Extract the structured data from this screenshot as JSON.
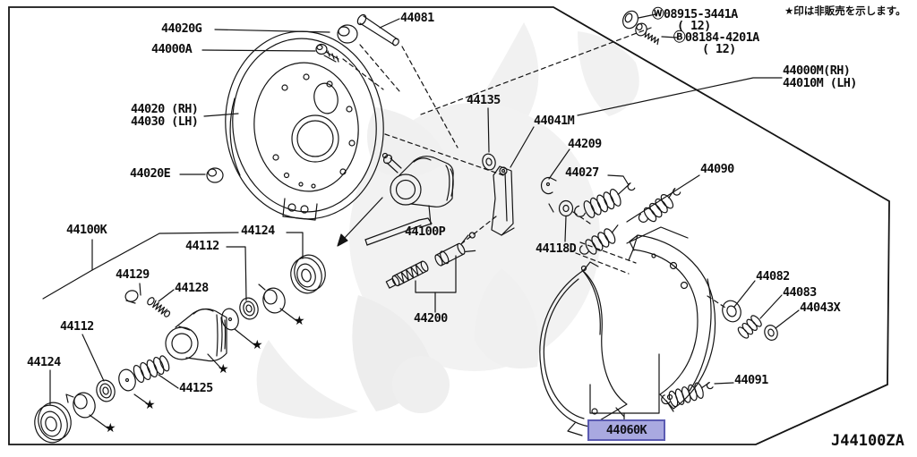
{
  "diagram": {
    "code": "J44100ZA",
    "note": "★印は非販売を示します。",
    "highlighted_part": "44060K",
    "colors": {
      "line": "#141414",
      "background": "#ffffff",
      "highlight_fill": "#a9a9e0",
      "highlight_border": "#5b5bb2"
    }
  },
  "star": "★",
  "labels": [
    {
      "text": "44081"
    },
    {
      "text": "44020G"
    },
    {
      "text": "44000A"
    },
    {
      "text": "44020 (RH)"
    },
    {
      "text": "44030 (LH)"
    },
    {
      "text": "44020E"
    },
    {
      "text": "Ⓦ08915-3441A"
    },
    {
      "text": "( 12)"
    },
    {
      "text": "Ⓑ08184-4201A"
    },
    {
      "text": "( 12)"
    },
    {
      "text": "★印は非販売を示します。"
    },
    {
      "text": "44000M(RH)"
    },
    {
      "text": "44010M (LH)"
    },
    {
      "text": "44135"
    },
    {
      "text": "44041M"
    },
    {
      "text": "44209"
    },
    {
      "text": "44027"
    },
    {
      "text": "44090"
    },
    {
      "text": "44100K"
    },
    {
      "text": "44124"
    },
    {
      "text": "44112"
    },
    {
      "text": "44129"
    },
    {
      "text": "44128"
    },
    {
      "text": "44100P"
    },
    {
      "text": "44118D"
    },
    {
      "text": "44200"
    },
    {
      "text": "44112"
    },
    {
      "text": "44124"
    },
    {
      "text": "44125"
    },
    {
      "text": "44082"
    },
    {
      "text": "44083"
    },
    {
      "text": "44043X"
    },
    {
      "text": "44091"
    },
    {
      "text": "44060K"
    },
    {
      "text": "J44100ZA"
    }
  ]
}
